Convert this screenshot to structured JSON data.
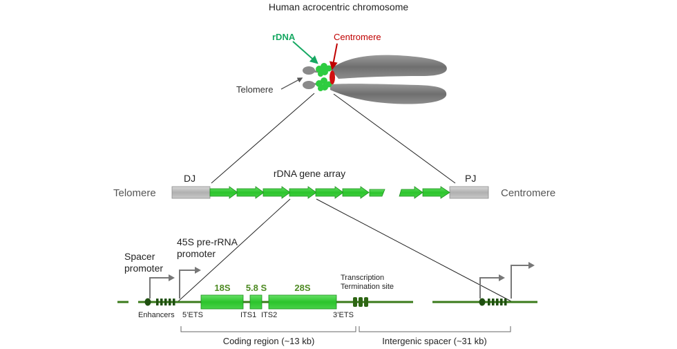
{
  "title": "Human acrocentric chromosome",
  "chromosome": {
    "rdna_label": "rDNA",
    "centromere_label": "Centromere",
    "telomere_label": "Telomere"
  },
  "array": {
    "title": "rDNA gene array",
    "left_end": "Telomere",
    "right_end": "Centromere",
    "dj": "DJ",
    "pj": "PJ"
  },
  "unit": {
    "spacer_promoter_line1": "Spacer",
    "spacer_promoter_line2": "promoter",
    "pre_rrna_line1": "45S pre-rRNA",
    "pre_rrna_line2": "promoter",
    "gene_18s": "18S",
    "gene_58s": "5.8 S",
    "gene_28s": "28S",
    "termination_line1": "Transcription",
    "termination_line2": "Termination site",
    "enhancers": "Enhancers",
    "ets5": "5’ETS",
    "its1": "ITS1",
    "its2": "ITS2",
    "ets3": "3’ETS",
    "coding_region": "Coding region (~13 kb)",
    "intergenic_spacer": "Intergenic spacer (~31 kb)"
  },
  "colors": {
    "green_bright": "#33cc33",
    "green_dark": "#3a7a1a",
    "gene_label": "#4d8a22",
    "rdna_label": "#16a862",
    "centromere_label": "#c00000",
    "chromosome_grey": "#7a7a7a",
    "dj_pj_grey": "#b5b5b5"
  }
}
